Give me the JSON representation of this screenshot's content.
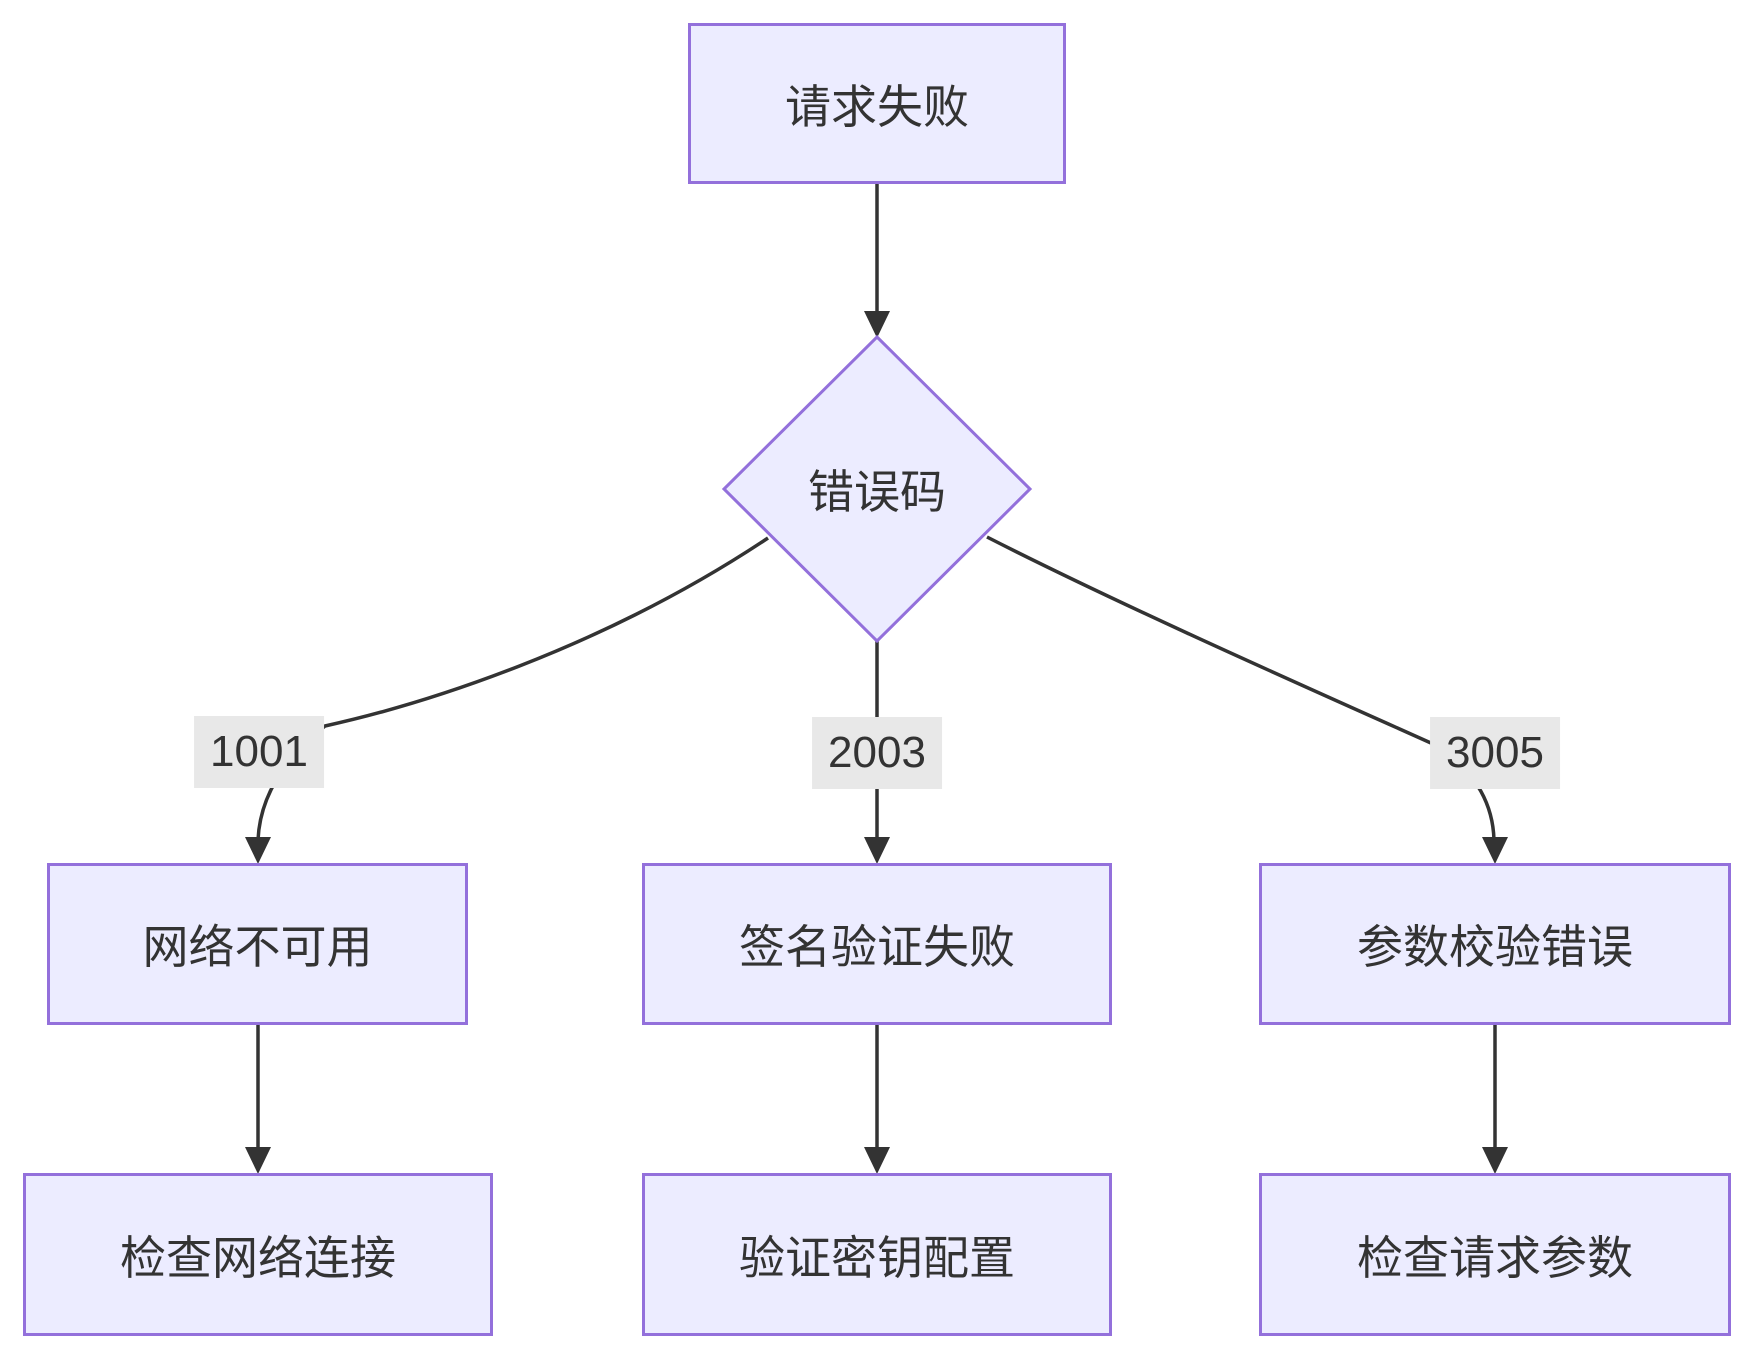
{
  "diagram": {
    "nodes": {
      "request_failed": "请求失败",
      "error_code": "错误码",
      "network_unavailable": "网络不可用",
      "signature_failed": "签名验证失败",
      "param_error": "参数校验错误",
      "check_network": "检查网络连接",
      "verify_key": "验证密钥配置",
      "check_params": "检查请求参数"
    },
    "edge_labels": {
      "code_1001": "1001",
      "code_2003": "2003",
      "code_3005": "3005"
    },
    "colors": {
      "node_fill": "#ECECFF",
      "node_border": "#9370DB",
      "edge_stroke": "#333333",
      "edge_label_background": "#e8e8e8",
      "text": "#333333",
      "background": "#ffffff"
    }
  }
}
